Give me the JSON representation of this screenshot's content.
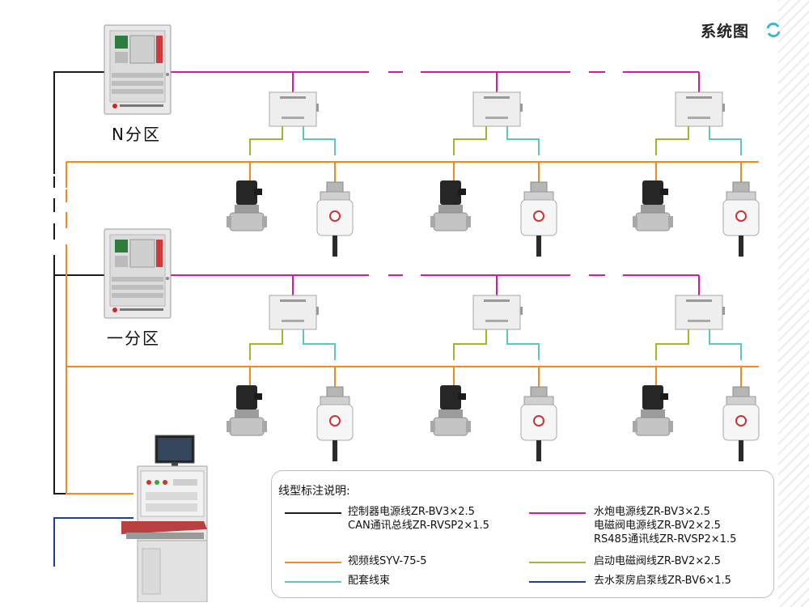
{
  "title": "系统图",
  "zones": {
    "n_zone": "N分区",
    "one_zone": "一分区"
  },
  "legend": {
    "title": "线型标注说明:",
    "controller_power": "控制器电源线ZR-BV3×2.5",
    "can_bus": "CAN通讯总线ZR-RVSP2×1.5",
    "cannon_power": "水炮电源线ZR-BV3×2.5",
    "valve_power": "电磁阀电源线ZR-BV2×2.5",
    "rs485": "RS485通讯线ZR-RVSP2×1.5",
    "video": "视频线SYV-75-5",
    "start_valve": "启动电磁阀线ZR-BV2×2.5",
    "harness": "配套线束",
    "pump": "去水泵房启泵线ZR-BV6×1.5"
  },
  "colors": {
    "black": "#1a1a1a",
    "magenta": "#e0169a",
    "orange": "#f28a1e",
    "green": "#9bbb2c",
    "cyan": "#5cc6bf",
    "navy": "#1e3f96"
  }
}
